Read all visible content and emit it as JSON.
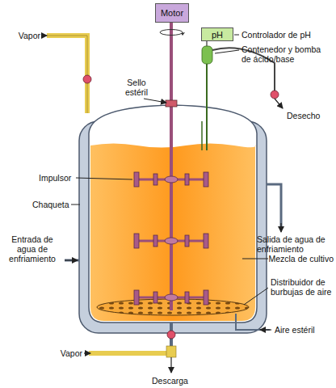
{
  "diagram": {
    "nodes": [
      {
        "text": [
          "Motor"
        ]
      },
      {
        "text": [
          "pH"
        ]
      }
    ],
    "labels": [
      "Vapor",
      "Sello estéril",
      "Controlador de pH",
      "Contenedor y bomba de ácido/base",
      "Desecho",
      "Impulsor",
      "Salida de agua de enfriamiento",
      "Chaqueta",
      "Mezcla de cultivo",
      "Entrada de agua de enfriamiento",
      "Distribuidor de burbujas de aire",
      "Vapor",
      "Aire estéril",
      "Descarga"
    ]
  }
}
